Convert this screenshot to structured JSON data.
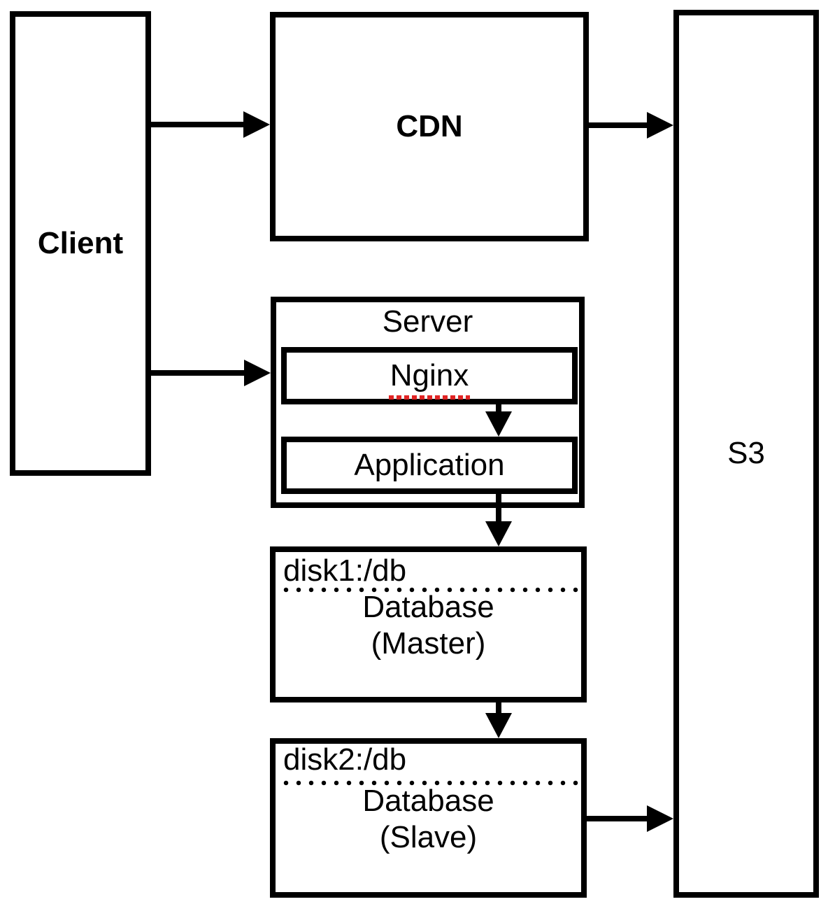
{
  "diagram": {
    "type": "architecture-diagram",
    "background_color": "#ffffff",
    "stroke_color": "#000000",
    "spellcheck_underline_color": "#e02424",
    "nodes": {
      "client": {
        "label": "Client"
      },
      "cdn": {
        "label": "CDN"
      },
      "server": {
        "label": "Server"
      },
      "nginx": {
        "label": "Nginx"
      },
      "application": {
        "label": "Application"
      },
      "db_master": {
        "disk": "disk1:/db",
        "line1": "Database",
        "line2": "(Master)"
      },
      "db_slave": {
        "disk": "disk2:/db",
        "line1": "Database",
        "line2": "(Slave)"
      },
      "s3": {
        "label": "S3"
      }
    },
    "edges": [
      {
        "from": "Client",
        "to": "CDN"
      },
      {
        "from": "Client",
        "to": "Server"
      },
      {
        "from": "CDN",
        "to": "S3"
      },
      {
        "from": "Nginx",
        "to": "Application"
      },
      {
        "from": "Application",
        "to": "Database (Master)"
      },
      {
        "from": "Database (Master)",
        "to": "Database (Slave)"
      },
      {
        "from": "Database (Slave)",
        "to": "S3"
      }
    ]
  }
}
